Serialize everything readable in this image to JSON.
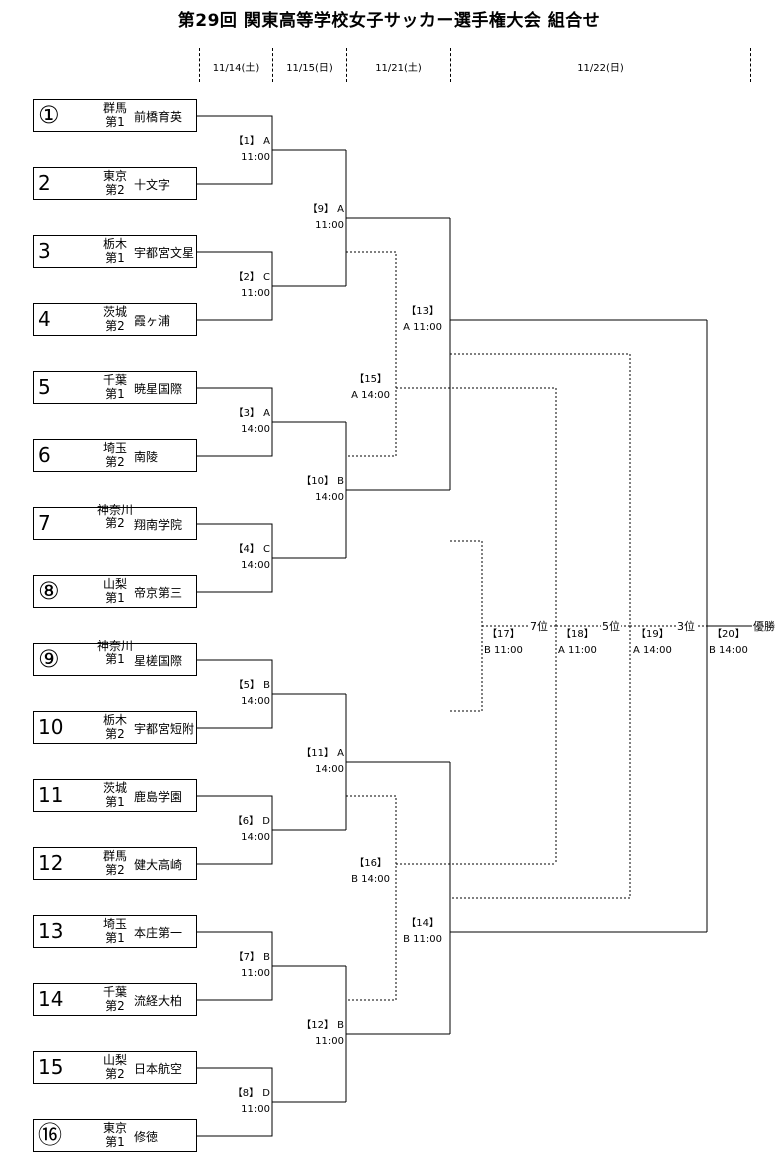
{
  "title": "第29回 関東高等学校女子サッカー選手権大会 組合せ",
  "dates": [
    "11/14(土)",
    "11/15(日)",
    "11/21(土)",
    "11/22(日)"
  ],
  "teams": [
    {
      "seed": "①",
      "pref1": "群馬",
      "pref2": "第1",
      "school": "前橋育英"
    },
    {
      "seed": "2",
      "pref1": "東京",
      "pref2": "第2",
      "school": "十文字"
    },
    {
      "seed": "3",
      "pref1": "栃木",
      "pref2": "第1",
      "school": "宇都宮文星"
    },
    {
      "seed": "4",
      "pref1": "茨城",
      "pref2": "第2",
      "school": "霞ヶ浦"
    },
    {
      "seed": "5",
      "pref1": "千葉",
      "pref2": "第1",
      "school": "暁星国際"
    },
    {
      "seed": "6",
      "pref1": "埼玉",
      "pref2": "第2",
      "school": "南陵"
    },
    {
      "seed": "7",
      "pref1": "神奈川",
      "pref2": "第2",
      "school": "翔南学院"
    },
    {
      "seed": "⑧",
      "pref1": "山梨",
      "pref2": "第1",
      "school": "帝京第三"
    },
    {
      "seed": "⑨",
      "pref1": "神奈川",
      "pref2": "第1",
      "school": "星槎国際"
    },
    {
      "seed": "10",
      "pref1": "栃木",
      "pref2": "第2",
      "school": "宇都宮短附"
    },
    {
      "seed": "11",
      "pref1": "茨城",
      "pref2": "第1",
      "school": "鹿島学園"
    },
    {
      "seed": "12",
      "pref1": "群馬",
      "pref2": "第2",
      "school": "健大高崎"
    },
    {
      "seed": "13",
      "pref1": "埼玉",
      "pref2": "第1",
      "school": "本庄第一"
    },
    {
      "seed": "14",
      "pref1": "千葉",
      "pref2": "第2",
      "school": "流経大柏"
    },
    {
      "seed": "15",
      "pref1": "山梨",
      "pref2": "第2",
      "school": "日本航空"
    },
    {
      "seed": "⑯",
      "pref1": "東京",
      "pref2": "第1",
      "school": "修徳"
    }
  ],
  "matches": [
    {
      "no": "【1】 A",
      "time": "11:00"
    },
    {
      "no": "【2】 C",
      "time": "11:00"
    },
    {
      "no": "【3】 A",
      "time": "14:00"
    },
    {
      "no": "【4】 C",
      "time": "14:00"
    },
    {
      "no": "【5】 B",
      "time": "14:00"
    },
    {
      "no": "【6】 D",
      "time": "14:00"
    },
    {
      "no": "【7】 B",
      "time": "11:00"
    },
    {
      "no": "【8】 D",
      "time": "11:00"
    },
    {
      "no": "【9】 A",
      "time": "11:00"
    },
    {
      "no": "【10】 B",
      "time": "14:00"
    },
    {
      "no": "【11】 A",
      "time": "14:00"
    },
    {
      "no": "【12】 B",
      "time": "11:00"
    },
    {
      "no": "【13】",
      "time": "A 11:00"
    },
    {
      "no": "【14】",
      "time": "B 11:00"
    },
    {
      "no": "【15】",
      "time": "A 14:00"
    },
    {
      "no": "【16】",
      "time": "B 14:00"
    },
    {
      "no": "【17】",
      "time": "B 11:00"
    },
    {
      "no": "【18】",
      "time": "A 11:00"
    },
    {
      "no": "【19】",
      "time": "A 14:00"
    },
    {
      "no": "【20】",
      "time": "B 14:00"
    }
  ],
  "places": {
    "p7": "7位",
    "p5": "5位",
    "p3": "3位",
    "champion": "優勝"
  }
}
